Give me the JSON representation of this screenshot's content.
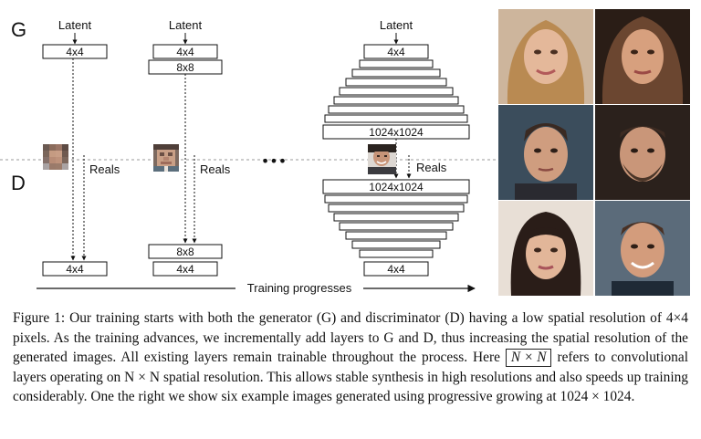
{
  "diagram": {
    "g_label": "G",
    "d_label": "D",
    "latent_label": "Latent",
    "reals_label": "Reals",
    "ellipsis": "•••",
    "progress_label": "Training progresses",
    "stages": [
      {
        "generator_layers": [
          "4x4"
        ],
        "discriminator_layers": [
          "4x4"
        ],
        "thumbnail": "4x4 low resolution face"
      },
      {
        "generator_layers": [
          "4x4",
          "8x8"
        ],
        "discriminator_layers": [
          "8x8",
          "4x4"
        ],
        "thumbnail": "8x8 low resolution face"
      },
      {
        "generator_layers": [
          "4x4",
          "",
          "",
          "",
          "",
          "",
          "",
          "",
          "1024x1024"
        ],
        "discriminator_layers": [
          "1024x1024",
          "",
          "",
          "",
          "",
          "",
          "",
          "",
          "4x4"
        ],
        "thumbnail": "1024x1024 face"
      }
    ]
  },
  "caption": {
    "part1": "Figure 1: Our training starts with both the generator (G) and discriminator (D) having a low spatial resolution of 4×4 pixels. As the training advances, we incrementally add layers to G and D, thus increasing the spatial resolution of the generated images. All existing layers remain trainable throughout the process. Here",
    "boxed": "N × N",
    "part2": "refers to convolutional layers operating on N × N spatial resolution. This allows stable synthesis in high resolutions and also speeds up training considerably. One the right we show six example images generated using progressive growing at 1024 × 1024."
  },
  "faces": {
    "count": 6,
    "items": [
      "face-1",
      "face-2",
      "face-3",
      "face-4",
      "face-5",
      "face-6"
    ]
  }
}
